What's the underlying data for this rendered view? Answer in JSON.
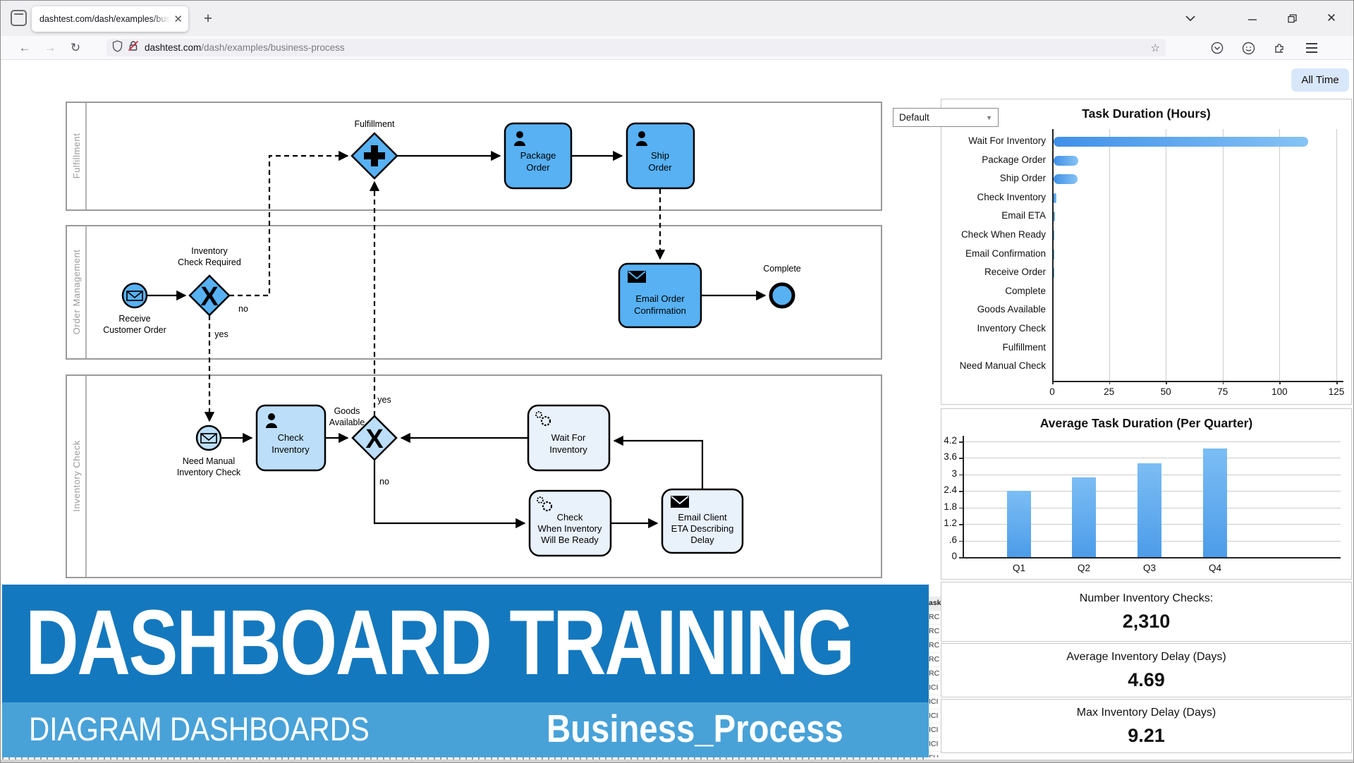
{
  "browser": {
    "tab_title": "dashtest.com/dash/examples/busi",
    "new_tab": "+",
    "url_domain": "dashtest.com",
    "url_path": "/dash/examples/business-process"
  },
  "filters": {
    "all_time": "All Time"
  },
  "diagram": {
    "dropdown_value": "Default",
    "lanes": [
      "Fulfillment",
      "Order Management",
      "Inventory Check"
    ],
    "nodes": {
      "fulfillment_gateway": "Fulfillment",
      "package_order": [
        "Package",
        "Order"
      ],
      "ship_order": [
        "Ship",
        "Order"
      ],
      "receive_customer_order": [
        "Receive",
        "Customer Order"
      ],
      "inventory_check_required": [
        "Inventory",
        "Check Required"
      ],
      "email_order_confirmation": [
        "Email Order",
        "Confirmation"
      ],
      "complete": "Complete",
      "need_manual_inventory_check": [
        "Need Manual",
        "Inventory Check"
      ],
      "check_inventory": [
        "Check",
        "Inventory"
      ],
      "goods_available": [
        "Goods",
        "Available"
      ],
      "wait_for_inventory": [
        "Wait For",
        "Inventory"
      ],
      "check_when_ready": [
        "Check",
        "When Inventory",
        "Will Be Ready"
      ],
      "email_client_eta": [
        "Email Client",
        "ETA Describing",
        "Delay"
      ]
    },
    "edge_labels": {
      "no_top": "no",
      "yes_top": "yes",
      "yes_bottom": "yes",
      "no_bottom": "no"
    }
  },
  "chart_data": [
    {
      "type": "bar",
      "orientation": "horizontal",
      "title": "Task Duration (Hours)",
      "categories": [
        "Wait For Inventory",
        "Package Order",
        "Ship Order",
        "Check Inventory",
        "Email ETA",
        "Check When Ready",
        "Email Confirmation",
        "Receive Order",
        "Complete",
        "Goods Available",
        "Inventory Check",
        "Fulfillment",
        "Need Manual Check"
      ],
      "values": [
        112,
        11,
        10.5,
        1.3,
        0.5,
        0.4,
        0.3,
        0.25,
        0.15,
        0.12,
        0.1,
        0.08,
        0.05
      ],
      "xlabel": "",
      "ylabel": "",
      "xlim": [
        0,
        125
      ],
      "xticks": [
        0,
        25,
        50,
        75,
        100,
        125
      ],
      "grid": true
    },
    {
      "type": "bar",
      "orientation": "vertical",
      "title": "Average Task Duration (Per Quarter)",
      "categories": [
        "Q1",
        "Q2",
        "Q3",
        "Q4"
      ],
      "values": [
        2.4,
        2.9,
        3.4,
        3.95
      ],
      "xlabel": "",
      "ylabel": "",
      "ylim": [
        0,
        4.2
      ],
      "yticks": [
        "4.2",
        "3.6",
        "3",
        "2.4",
        "1.8",
        "1.2",
        ".6",
        "0"
      ],
      "grid": true
    }
  ],
  "stats": [
    {
      "label": "Number Inventory Checks:",
      "value": "2,310"
    },
    {
      "label": "Average Inventory Delay (Days)",
      "value": "4.69"
    },
    {
      "label": "Max Inventory Delay (Days)",
      "value": "9.21"
    }
  ],
  "side_table": {
    "header": "ask",
    "rows": [
      "RC",
      "RC",
      "RC",
      "RC",
      "RC",
      "ICI",
      "ICI",
      "ICI",
      "ICI",
      "ICI",
      "FU"
    ]
  },
  "banner": {
    "title": "DASHBOARD TRAINING",
    "subtitle": "DIAGRAM DASHBOARDS",
    "process_name": "Business_Process"
  },
  "colors": {
    "banner_dark": "#1478be",
    "banner_light": "#48a2d8",
    "node_blue": "#57b1f3",
    "node_medium": "#bcdef9",
    "node_light": "#e9f1fb",
    "bar_blue": "#5aa7ee",
    "all_time_bg": "#d9e7fa"
  }
}
